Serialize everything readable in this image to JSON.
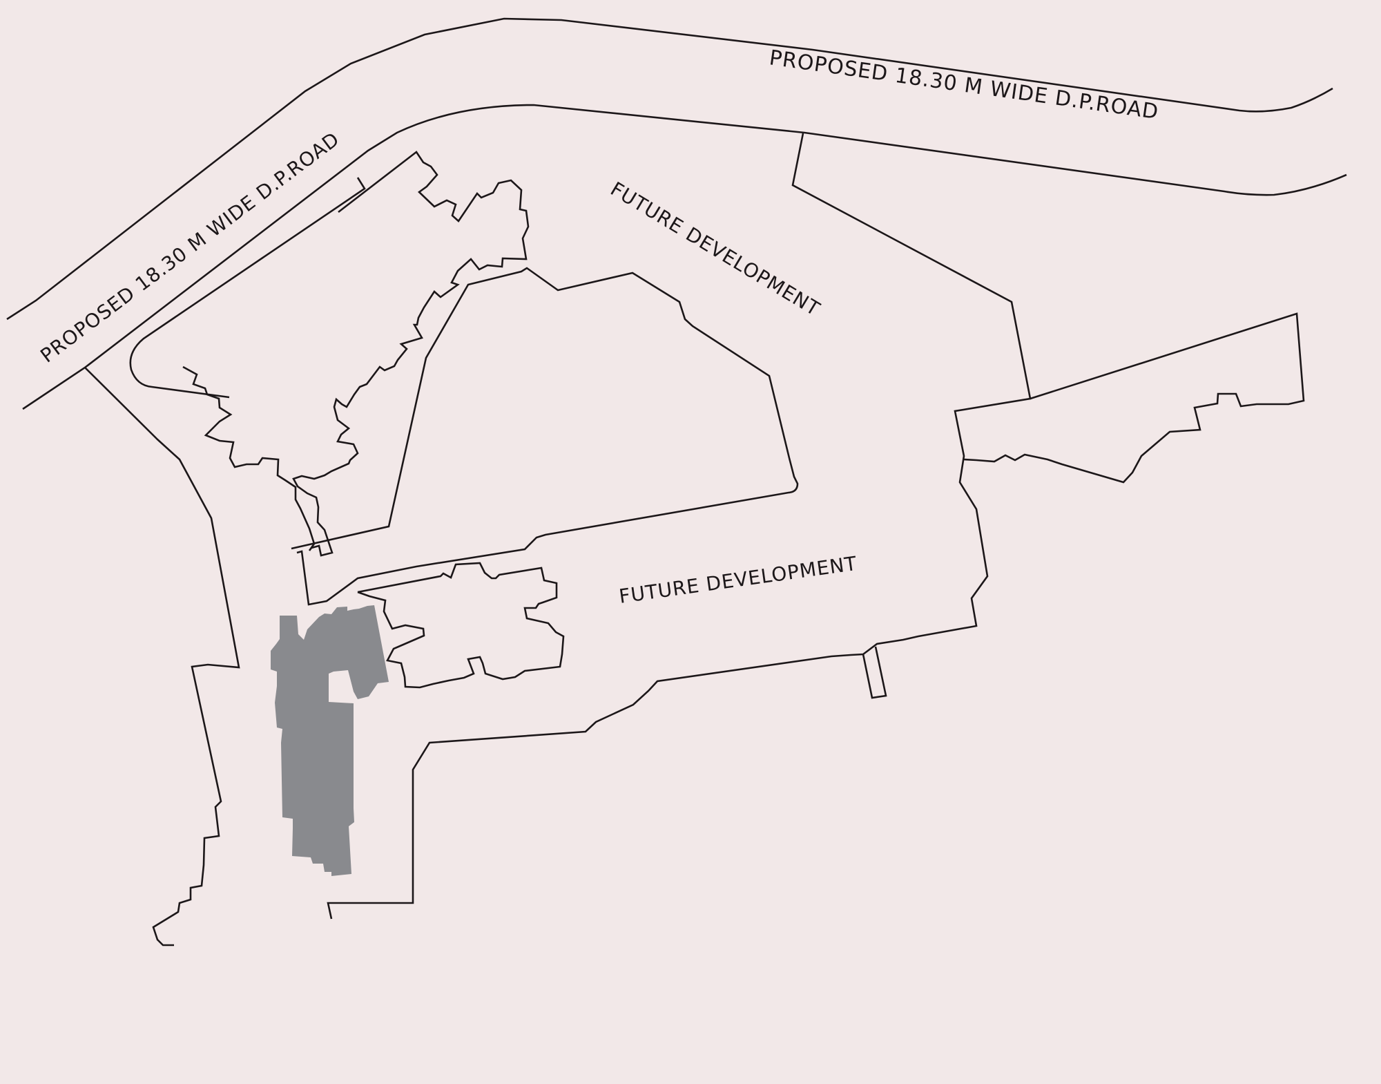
{
  "map": {
    "labels": {
      "road_top": "PROPOSED  18.30 M WIDE D.P.ROAD",
      "road_left": "PROPOSED  18.30 M WIDE D.P.ROAD",
      "future_dev_upper": "FUTURE DEVELOPMENT",
      "future_dev_lower": "FUTURE DEVELOPMENT"
    },
    "colors": {
      "background": "#f2e8e8",
      "outline": "#1c1719",
      "highlighted_building": "#898a8e"
    }
  }
}
